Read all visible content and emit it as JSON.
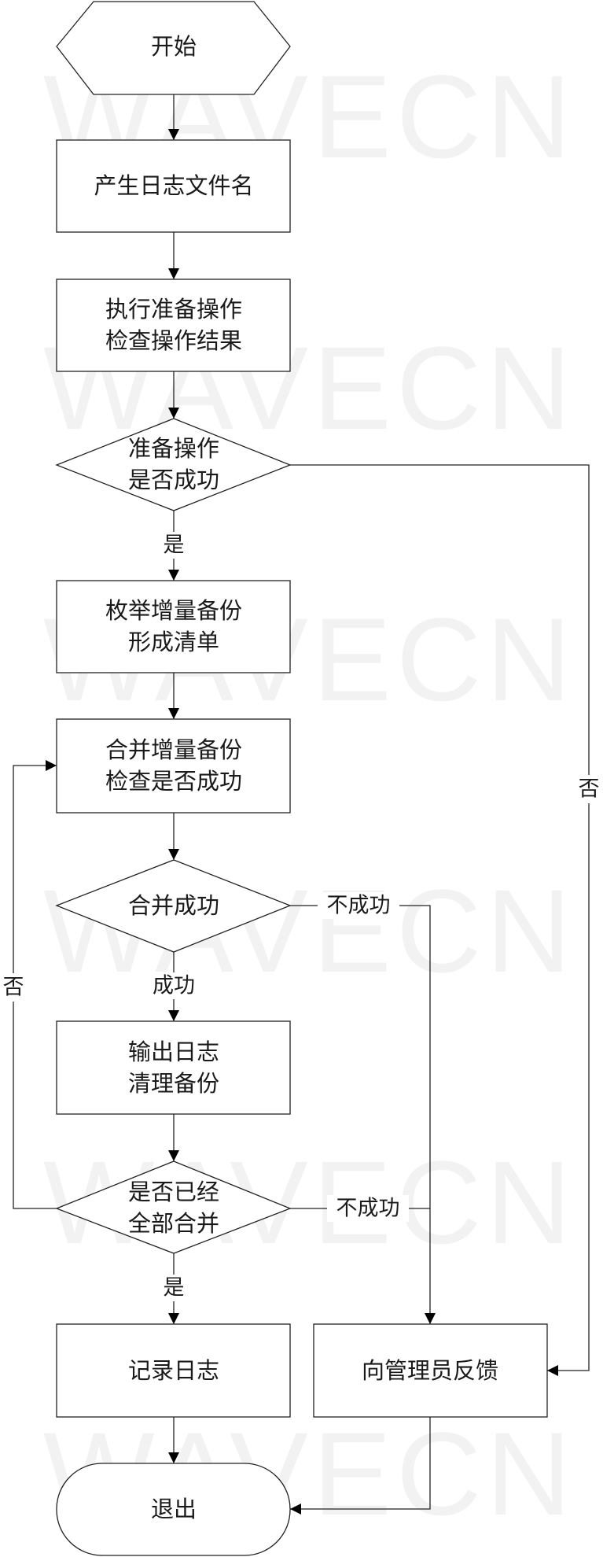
{
  "watermark": "WAVECN",
  "nodes": {
    "start": "开始",
    "gen_log_name": "产生日志文件名",
    "prep_line1": "执行准备操作",
    "prep_line2": "检查操作结果",
    "prep_ok_line1": "准备操作",
    "prep_ok_line2": "是否成功",
    "enum_line1": "枚举增量备份",
    "enum_line2": "形成清单",
    "merge_line1": "合并增量备份",
    "merge_line2": "检查是否成功",
    "merge_ok": "合并成功",
    "output_line1": "输出日志",
    "output_line2": "清理备份",
    "all_merged_line1": "是否已经",
    "all_merged_line2": "全部合并",
    "record_log": "记录日志",
    "notify_admin": "向管理员反馈",
    "exit": "退出"
  },
  "edges": {
    "prep_yes": "是",
    "prep_no": "否",
    "merge_success": "成功",
    "merge_fail": "不成功",
    "all_merged_yes": "是",
    "all_merged_fail": "不成功",
    "loop_no": "否"
  }
}
